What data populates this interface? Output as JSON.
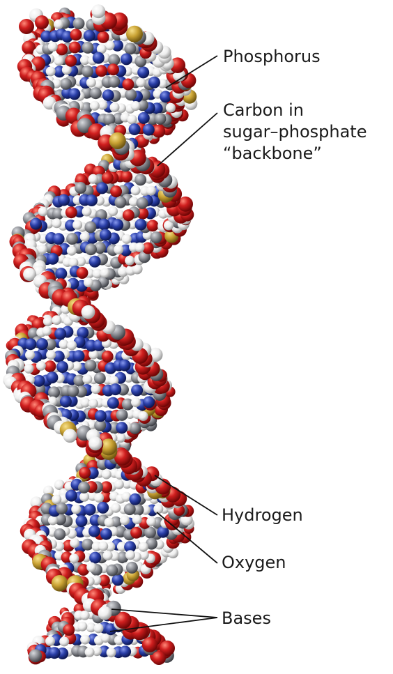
{
  "labels": {
    "phosphorus": "Phosphorus",
    "carbon_line1": "Carbon in",
    "carbon_line2": "sugar–phosphate",
    "carbon_line3": "“backbone”",
    "hydrogen": "Hydrogen",
    "oxygen": "Oxygen",
    "bases": "Bases"
  },
  "colors": {
    "oxygen": "#d01f1f",
    "hydrogen": "#f2f2f2",
    "carbon": "#8e9096",
    "nitrogen": "#2a3fa8",
    "phosphorus": "#c9a233",
    "leader_line": "#111111"
  }
}
